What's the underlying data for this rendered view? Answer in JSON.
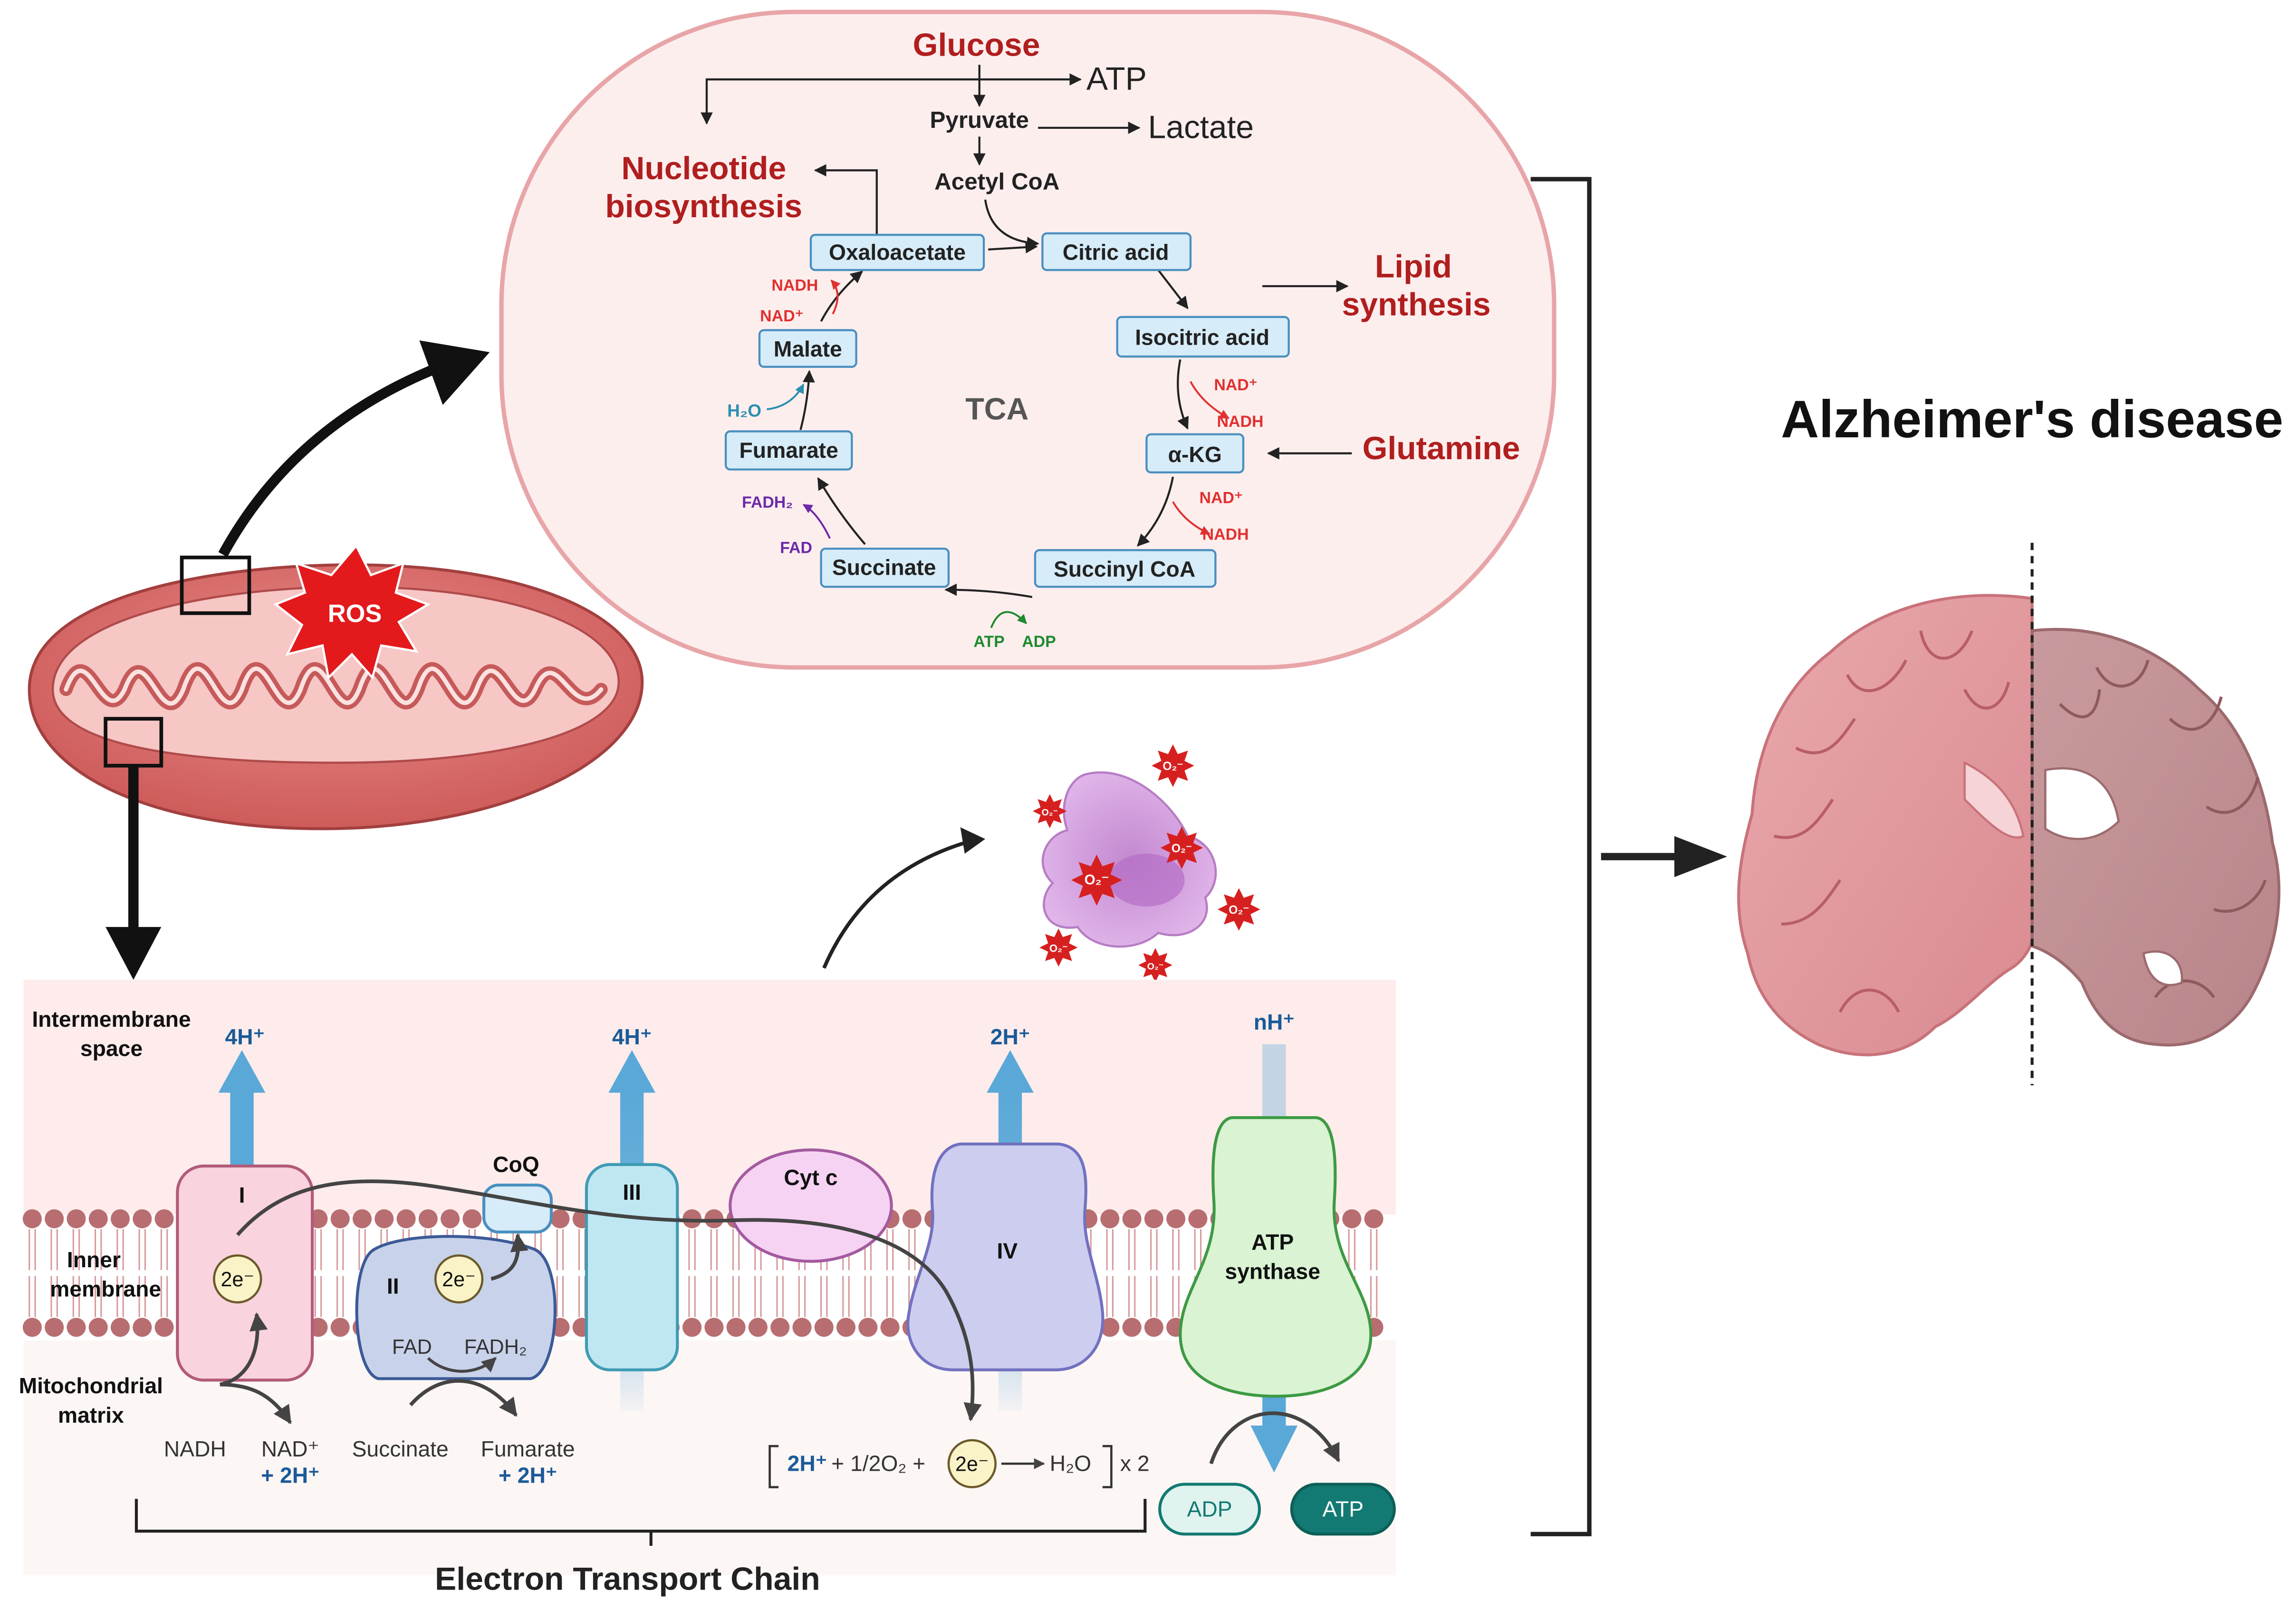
{
  "tca": {
    "glucose": "Glucose",
    "atp_top": "ATP",
    "pyruvate": "Pyruvate",
    "lactate": "Lactate",
    "acetyl_coa": "Acetyl CoA",
    "nucleotide_1": "Nucleotide",
    "nucleotide_2": "biosynthesis",
    "lipid_1": "Lipid",
    "lipid_2": "synthesis",
    "glutamine": "Glutamine",
    "center": "TCA",
    "nodes": {
      "oxaloacetate": "Oxaloacetate",
      "citric": "Citric acid",
      "isocitric": "Isocitric acid",
      "akg": "α-KG",
      "succinyl": "Succinyl CoA",
      "succinate": "Succinate",
      "fumarate": "Fumarate",
      "malate": "Malate"
    },
    "cofactors": {
      "nadh_a": "NADH",
      "nad_a": "NAD⁺",
      "nad_b": "NAD⁺",
      "nadh_b": "NADH",
      "nad_c": "NAD⁺",
      "nadh_c": "NADH",
      "h2o": "H₂O",
      "fadh2": "FADH₂",
      "fad": "FAD",
      "atp": "ATP",
      "adp": "ADP"
    }
  },
  "mito": {
    "ros": "ROS"
  },
  "disease": {
    "title": "Alzheimer's disease"
  },
  "microglia": {
    "o2": "O₂⁻"
  },
  "etc": {
    "title": "Electron Transport Chain",
    "intermembrane_1": "Intermembrane",
    "intermembrane_2": "space",
    "inner_1": "Inner",
    "inner_2": "membrane",
    "matrix_1": "Mitochondrial",
    "matrix_2": "matrix",
    "h_4a": "4H⁺",
    "h_4b": "4H⁺",
    "h_2": "2H⁺",
    "h_n": "nH⁺",
    "complex_1": "I",
    "complex_2": "II",
    "complex_3": "III",
    "complex_4": "IV",
    "coq": "CoQ",
    "cytc": "Cyt c",
    "atp_synthase_1": "ATP",
    "atp_synthase_2": "synthase",
    "e2": "2e⁻",
    "fad": "FAD",
    "fadh2": "FADH₂",
    "nadh": "NADH",
    "nad": "NAD⁺",
    "plus_2h": "+ 2H⁺",
    "succinate": "Succinate",
    "fumarate": "Fumarate",
    "eq_h": "2H⁺",
    "eq_mid": "+ 1/2O₂ +",
    "eq_h2o": "H₂O",
    "eq_x2": "x 2",
    "adp": "ADP",
    "atp": "ATP"
  },
  "colors": {
    "tca_fill": "#fdeeee",
    "tca_border": "#e8a5a8",
    "node_fill": "#d6ecf8",
    "node_border": "#4a8fbf",
    "dark_red": "#b01e1e",
    "nad_red": "#e0312f",
    "fad_purple": "#6b2aa8",
    "atp_green": "#1f8a2e",
    "blue_text": "#1a5a99",
    "membrane_head": "#b86e70",
    "ims_pink": "#fdeceb",
    "teal": "#127a72"
  }
}
